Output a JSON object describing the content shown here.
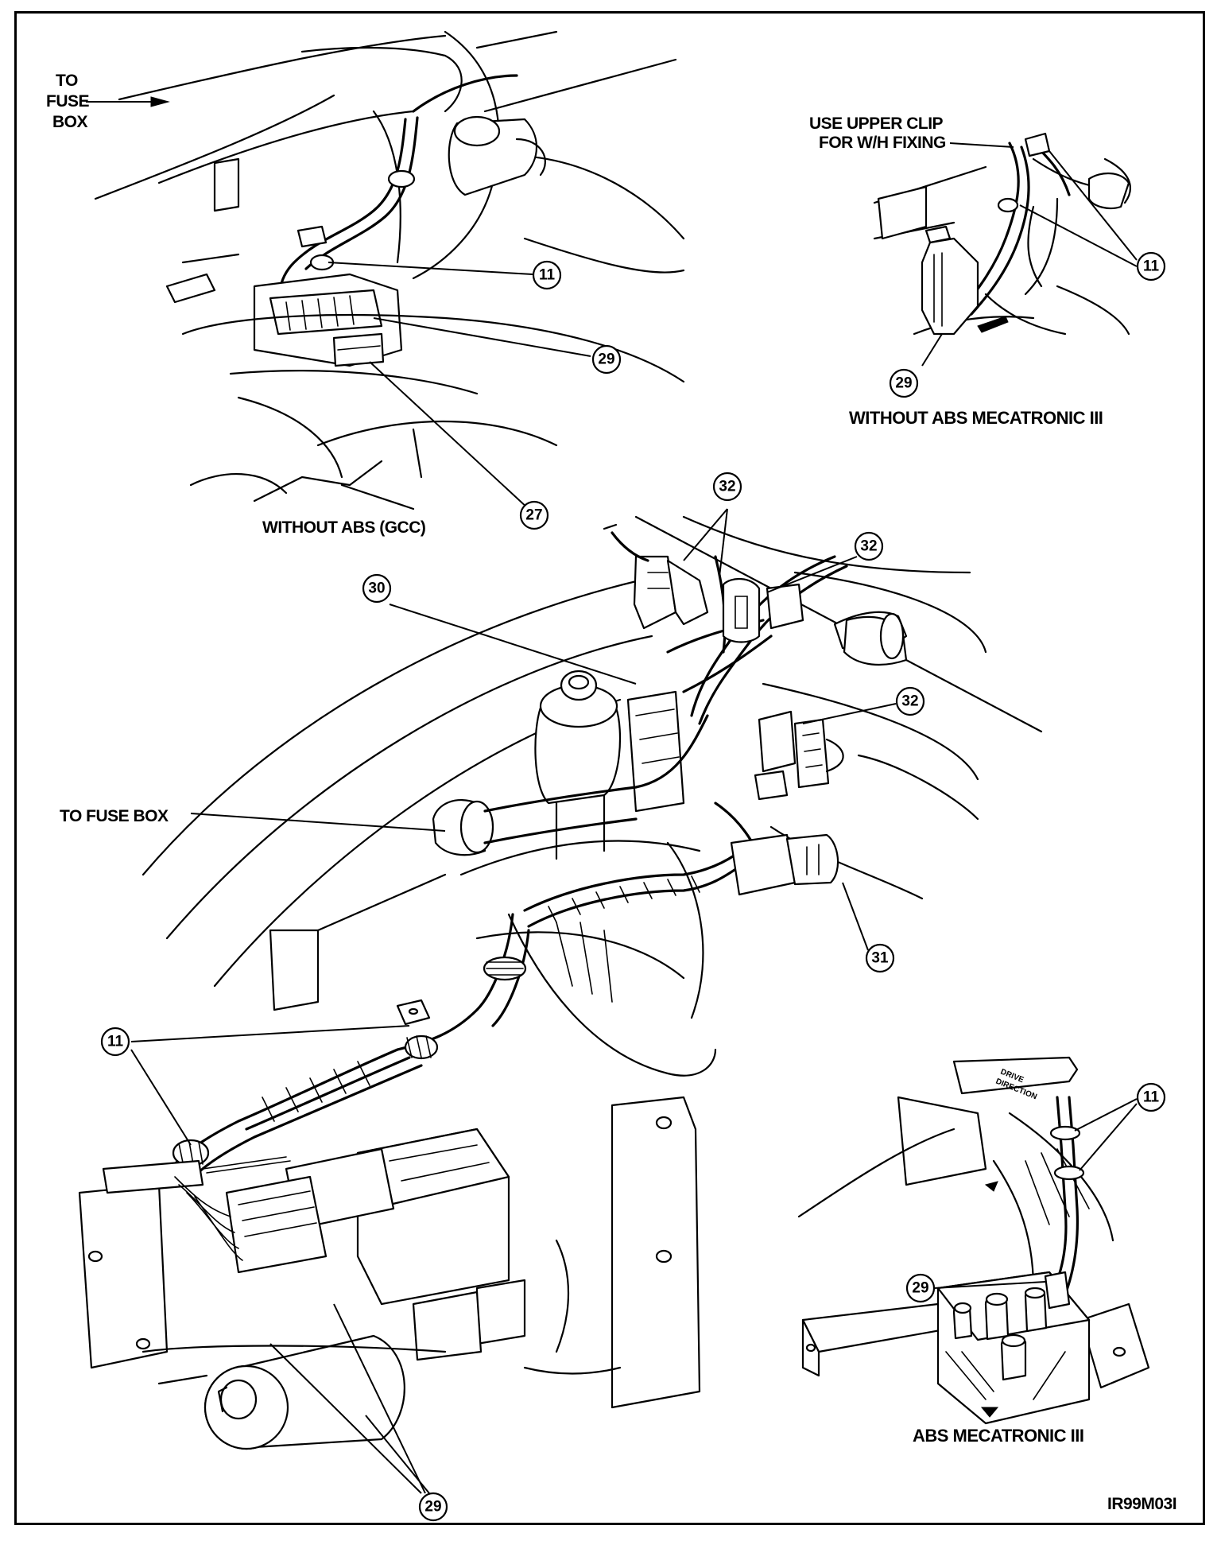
{
  "labels": {
    "to_fuse_box_top": [
      "TO",
      "FUSE",
      "BOX"
    ],
    "use_upper_clip": [
      "USE UPPER CLIP",
      "FOR W/H FIXING"
    ],
    "without_abs_gcc": "WITHOUT ABS (GCC)",
    "without_abs_mecatronic": "WITHOUT ABS MECATRONIC III",
    "to_fuse_box_mid": "TO FUSE BOX",
    "abs_mecatronic": "ABS MECATRONIC III",
    "drive_direction": [
      "DRIVE",
      "DIRECTION"
    ],
    "figure_id": "IR99M03I"
  },
  "callouts": {
    "c11_top": "11",
    "c29_top": "29",
    "c27_top": "27",
    "c11_right": "11",
    "c29_right": "29",
    "c32_a": "32",
    "c32_b": "32",
    "c32_c": "32",
    "c30": "30",
    "c31": "31",
    "c11_left": "11",
    "c11_bottom_right": "11",
    "c29_bottom_right": "29",
    "c29_bottom": "29"
  }
}
